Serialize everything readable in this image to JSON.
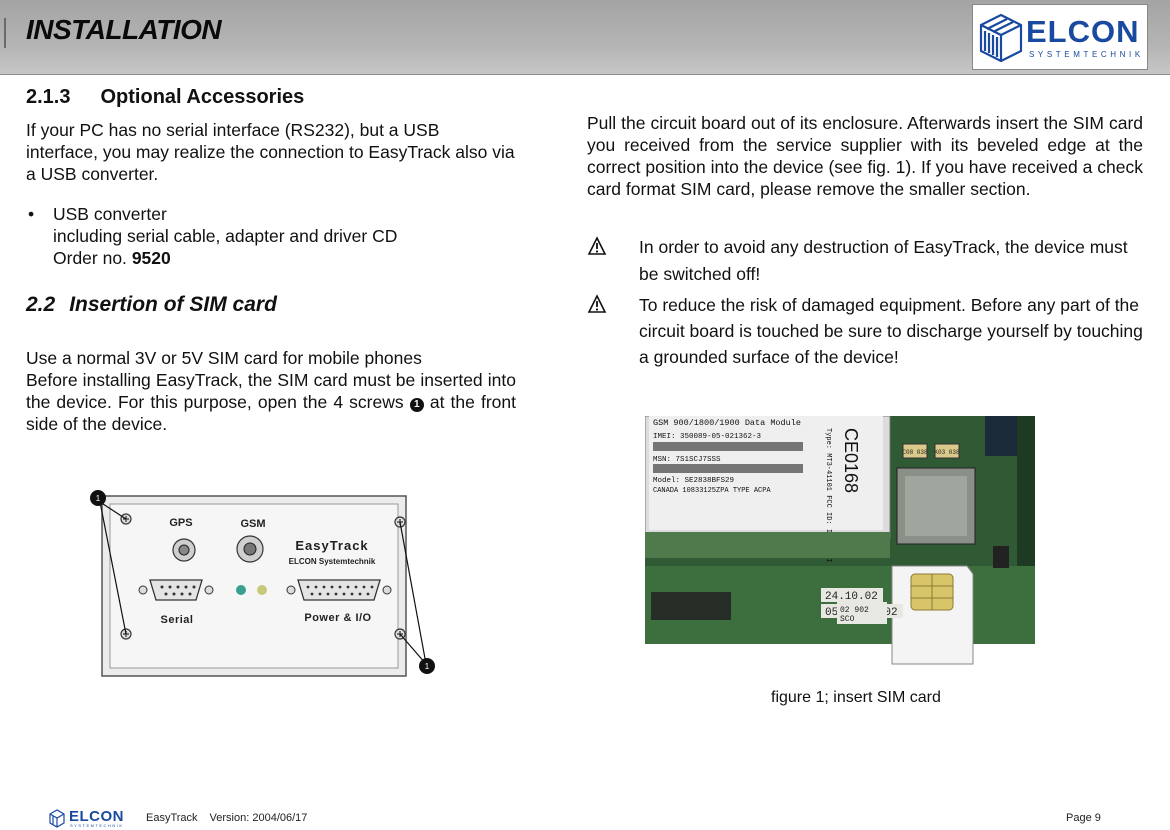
{
  "header": {
    "title": "INSTALLATION",
    "logo": {
      "word": "ELCON",
      "sub": "SYSTEMTECHNIK"
    },
    "brand_color": "#1a4aa0"
  },
  "section_2_1_3": {
    "number": "2.1.3",
    "title": "Optional Accessories",
    "intro": "If your PC has no serial interface (RS232), but a USB interface, you may realize the connection to EasyTrack also via a USB converter.",
    "bullet": {
      "marker": "•",
      "name": "USB converter",
      "description": "including serial cable, adapter and driver CD",
      "order_label": "Order no.",
      "order_no": "9520"
    }
  },
  "section_2_2": {
    "number": "2.2",
    "title": "Insertion of SIM card",
    "line1": "Use a normal 3V or 5V SIM card for mobile phones",
    "para_before_screw": "Before installing EasyTrack, the SIM card must be inserted into the device. For this purpose, open the 4 screws",
    "screw_glyph": "1",
    "para_after_screw": "at the front side of the device."
  },
  "device_figure": {
    "gps_label": "GPS",
    "gsm_label": "GSM",
    "brand": "EasyTrack",
    "brand_sub": "ELCON Systemtechnik",
    "serial_label": "Serial",
    "power_label": "Power & I/O",
    "callout": "1"
  },
  "right_column": {
    "paragraph": "Pull the circuit board out of its enclosure. Afterwards insert the SIM card you received from the service supplier with its beveled edge at the correct position into the device (see fig. 1). If you have received a check card format SIM card, please remove the smaller section.",
    "warnings": [
      "In order to avoid any destruction of EasyTrack, the device must be switched off!",
      "To reduce the risk of damaged equipment.  Before any part of the circuit board is touched be sure to discharge yourself by touching a grounded surface of the device!"
    ],
    "warning_icon": "warning-triangle-icon"
  },
  "photo_figure": {
    "module_line1": "GSM 900/1800/1900  Data Module",
    "module_imei": "IMEI: 350089-05-021362-3",
    "module_msn": "MSN: 7S1SCJ7SSS",
    "module_model": "Model: SE2838BFS29",
    "module_canada": "CANADA 10833125ZPA TYPE ACPA",
    "ce_mark": "CE0168",
    "side_text": "Type: MT3-41101 FCC ID: IHDT6ACI",
    "label1": "24.10.02",
    "label2": "0514.000.02",
    "label3": "02 902",
    "label4": "SCO",
    "chip1": "C08 038",
    "chip2": "K03 038",
    "caption": "figure 1; insert SIM card"
  },
  "footer": {
    "product": "EasyTrack",
    "version": "Version: 2004/06/17",
    "page": "Page 9",
    "logo_word": "ELCON",
    "logo_sub": "SYSTEMTECHNIK"
  }
}
